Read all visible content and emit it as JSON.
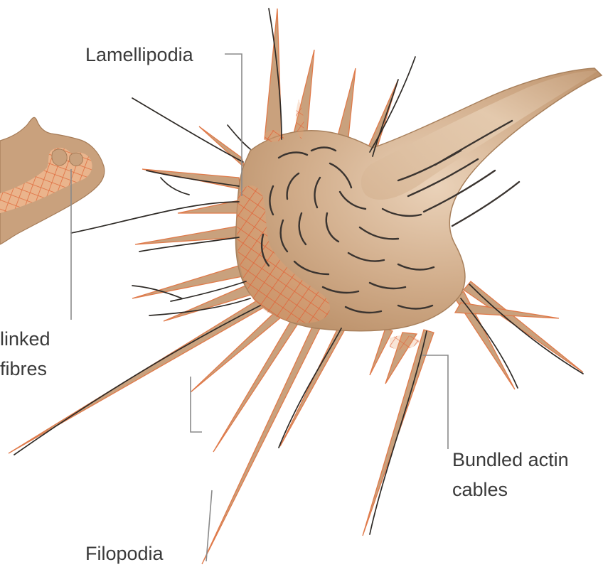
{
  "figure": {
    "labels": {
      "lamellipodia": "Lamellipodia",
      "crosslinked_line1": "linked",
      "crosslinked_line2": "fibres",
      "bundled_line1": "Bundled actin",
      "bundled_line2": "cables",
      "filopodia": "Filopodia"
    },
    "colors": {
      "cell_body": "#c9a17d",
      "cell_edge": "#b88c65",
      "actin_mesh": "#e07a4a",
      "background": "#ffffff"
    }
  }
}
